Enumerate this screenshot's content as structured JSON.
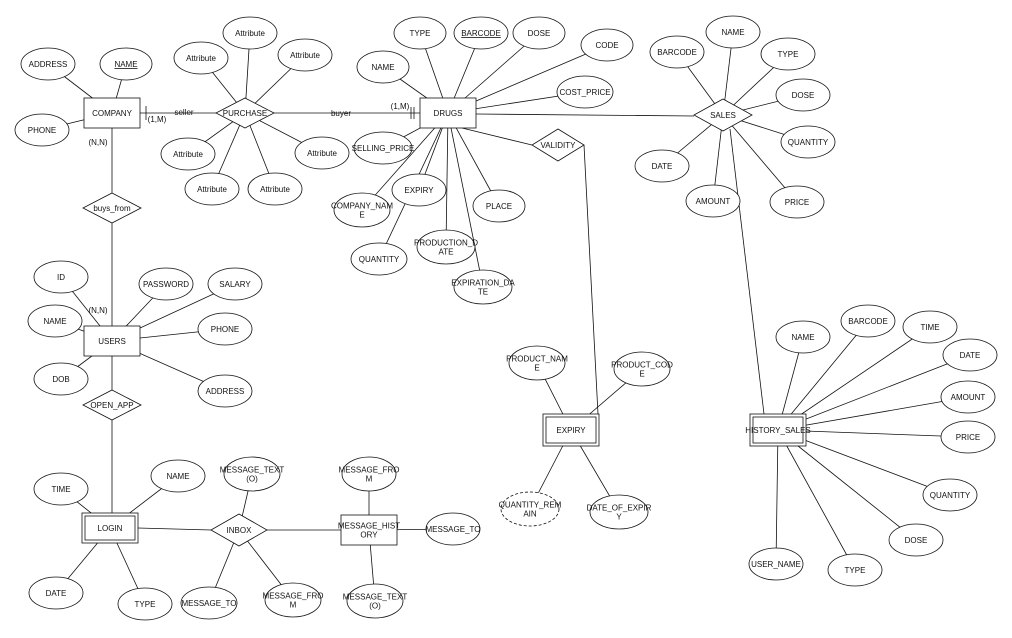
{
  "entities": {
    "company": "COMPANY",
    "drugs": "DRUGS",
    "sales": "SALES",
    "users": "USERS",
    "login": "LOGIN",
    "message_history": [
      "MESSAGE_HIST",
      "ORY"
    ],
    "expiry": "EXPIRY",
    "history_sales": "HISTORY_SALES"
  },
  "relationships": {
    "purchase": "PURCHASE",
    "buys_from": "buys_from",
    "open_app": "OPEN_APP",
    "inbox": "INBOX",
    "validity": "VALIDITY"
  },
  "cardinalities": {
    "company_purchase": "(1,M)",
    "drugs_purchase": "(1,M)",
    "company_buys_from": "(N,N)",
    "users_buys_from": "(N,N)"
  },
  "roles": {
    "seller": "seller",
    "buyer": "buyer"
  },
  "attributes": {
    "company": [
      "ADDRESS",
      "NAME",
      "PHONE"
    ],
    "purchase": [
      "Attribute",
      "Attribute",
      "Attribute",
      "Attribute",
      "Attribute",
      "Attribute",
      "Attribute"
    ],
    "drugs": {
      "type": "TYPE",
      "barcode": "BARCODE",
      "dose": "DOSE",
      "code": "CODE",
      "name": "NAME",
      "cost_price": "COST_PRICE",
      "selling_price": "SELLING_PRICE",
      "company_name": [
        "COMPANY_NAM",
        "E"
      ],
      "expiry": "EXPIRY",
      "place": "PLACE",
      "quantity": "QUANTITY",
      "production_date": [
        "PRODUCTION_D",
        "ATE"
      ],
      "expiration_date": [
        "EXPIRATION_DA",
        "TE"
      ]
    },
    "sales": [
      "BARCODE",
      "NAME",
      "TYPE",
      "DOSE",
      "QUANTITY",
      "DATE",
      "AMOUNT",
      "PRICE"
    ],
    "users": [
      "ID",
      "PASSWORD",
      "SALARY",
      "NAME",
      "PHONE",
      "DOB",
      "ADDRESS"
    ],
    "expiry": {
      "product_name": [
        "PRODUCT_NAM",
        "E"
      ],
      "product_code": [
        "PRODUCT_COD",
        "E"
      ],
      "quantity_remain": [
        "QUANTITY_REM",
        "AIN"
      ],
      "date_of_expiry": [
        "DATE_OF_EXPIR",
        "Y"
      ]
    },
    "history_sales": [
      "NAME",
      "BARCODE",
      "TIME",
      "DATE",
      "AMOUNT",
      "PRICE",
      "QUANTITY",
      "DOSE",
      "TYPE",
      "USER_NAME"
    ],
    "login": [
      "TIME",
      "NAME",
      "DATE",
      "TYPE"
    ],
    "inbox": {
      "message_text": [
        "MESSAGE_TEXT",
        "(O)"
      ],
      "message_to": "MESSAGE_TO",
      "message_from": [
        "MESSAGE_FRO",
        "M"
      ]
    },
    "message_history": {
      "message_from": [
        "MESSAGE_FRO",
        "M"
      ],
      "message_to": "MESSAGE_TO",
      "message_text": [
        "MESSAGE_TEXT",
        "(O)"
      ]
    }
  }
}
